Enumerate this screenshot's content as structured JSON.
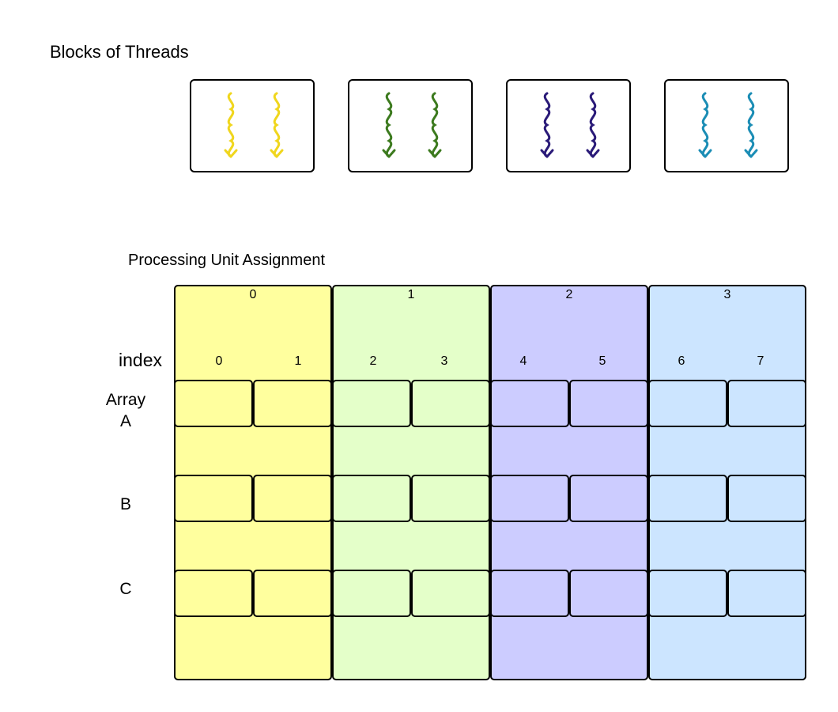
{
  "titles": {
    "blocks": "Blocks of Threads",
    "processing": "Processing Unit Assignment"
  },
  "thread_blocks": [
    {
      "color": "#f0d61d"
    },
    {
      "color": "#3c7a1e"
    },
    {
      "color": "#2a1a78"
    },
    {
      "color": "#1b8db5"
    }
  ],
  "units": [
    {
      "label": "0",
      "fill": "#ffff9e",
      "indices": [
        "0",
        "1"
      ]
    },
    {
      "label": "1",
      "fill": "#e4ffc9",
      "indices": [
        "2",
        "3"
      ]
    },
    {
      "label": "2",
      "fill": "#ccccff",
      "indices": [
        "4",
        "5"
      ]
    },
    {
      "label": "3",
      "fill": "#cce5ff",
      "indices": [
        "6",
        "7"
      ]
    }
  ],
  "index_word": "index",
  "rows": [
    {
      "label_line1": "Array",
      "label_line2": "A"
    },
    {
      "label_line1": "B",
      "label_line2": ""
    },
    {
      "label_line1": "C",
      "label_line2": ""
    }
  ]
}
